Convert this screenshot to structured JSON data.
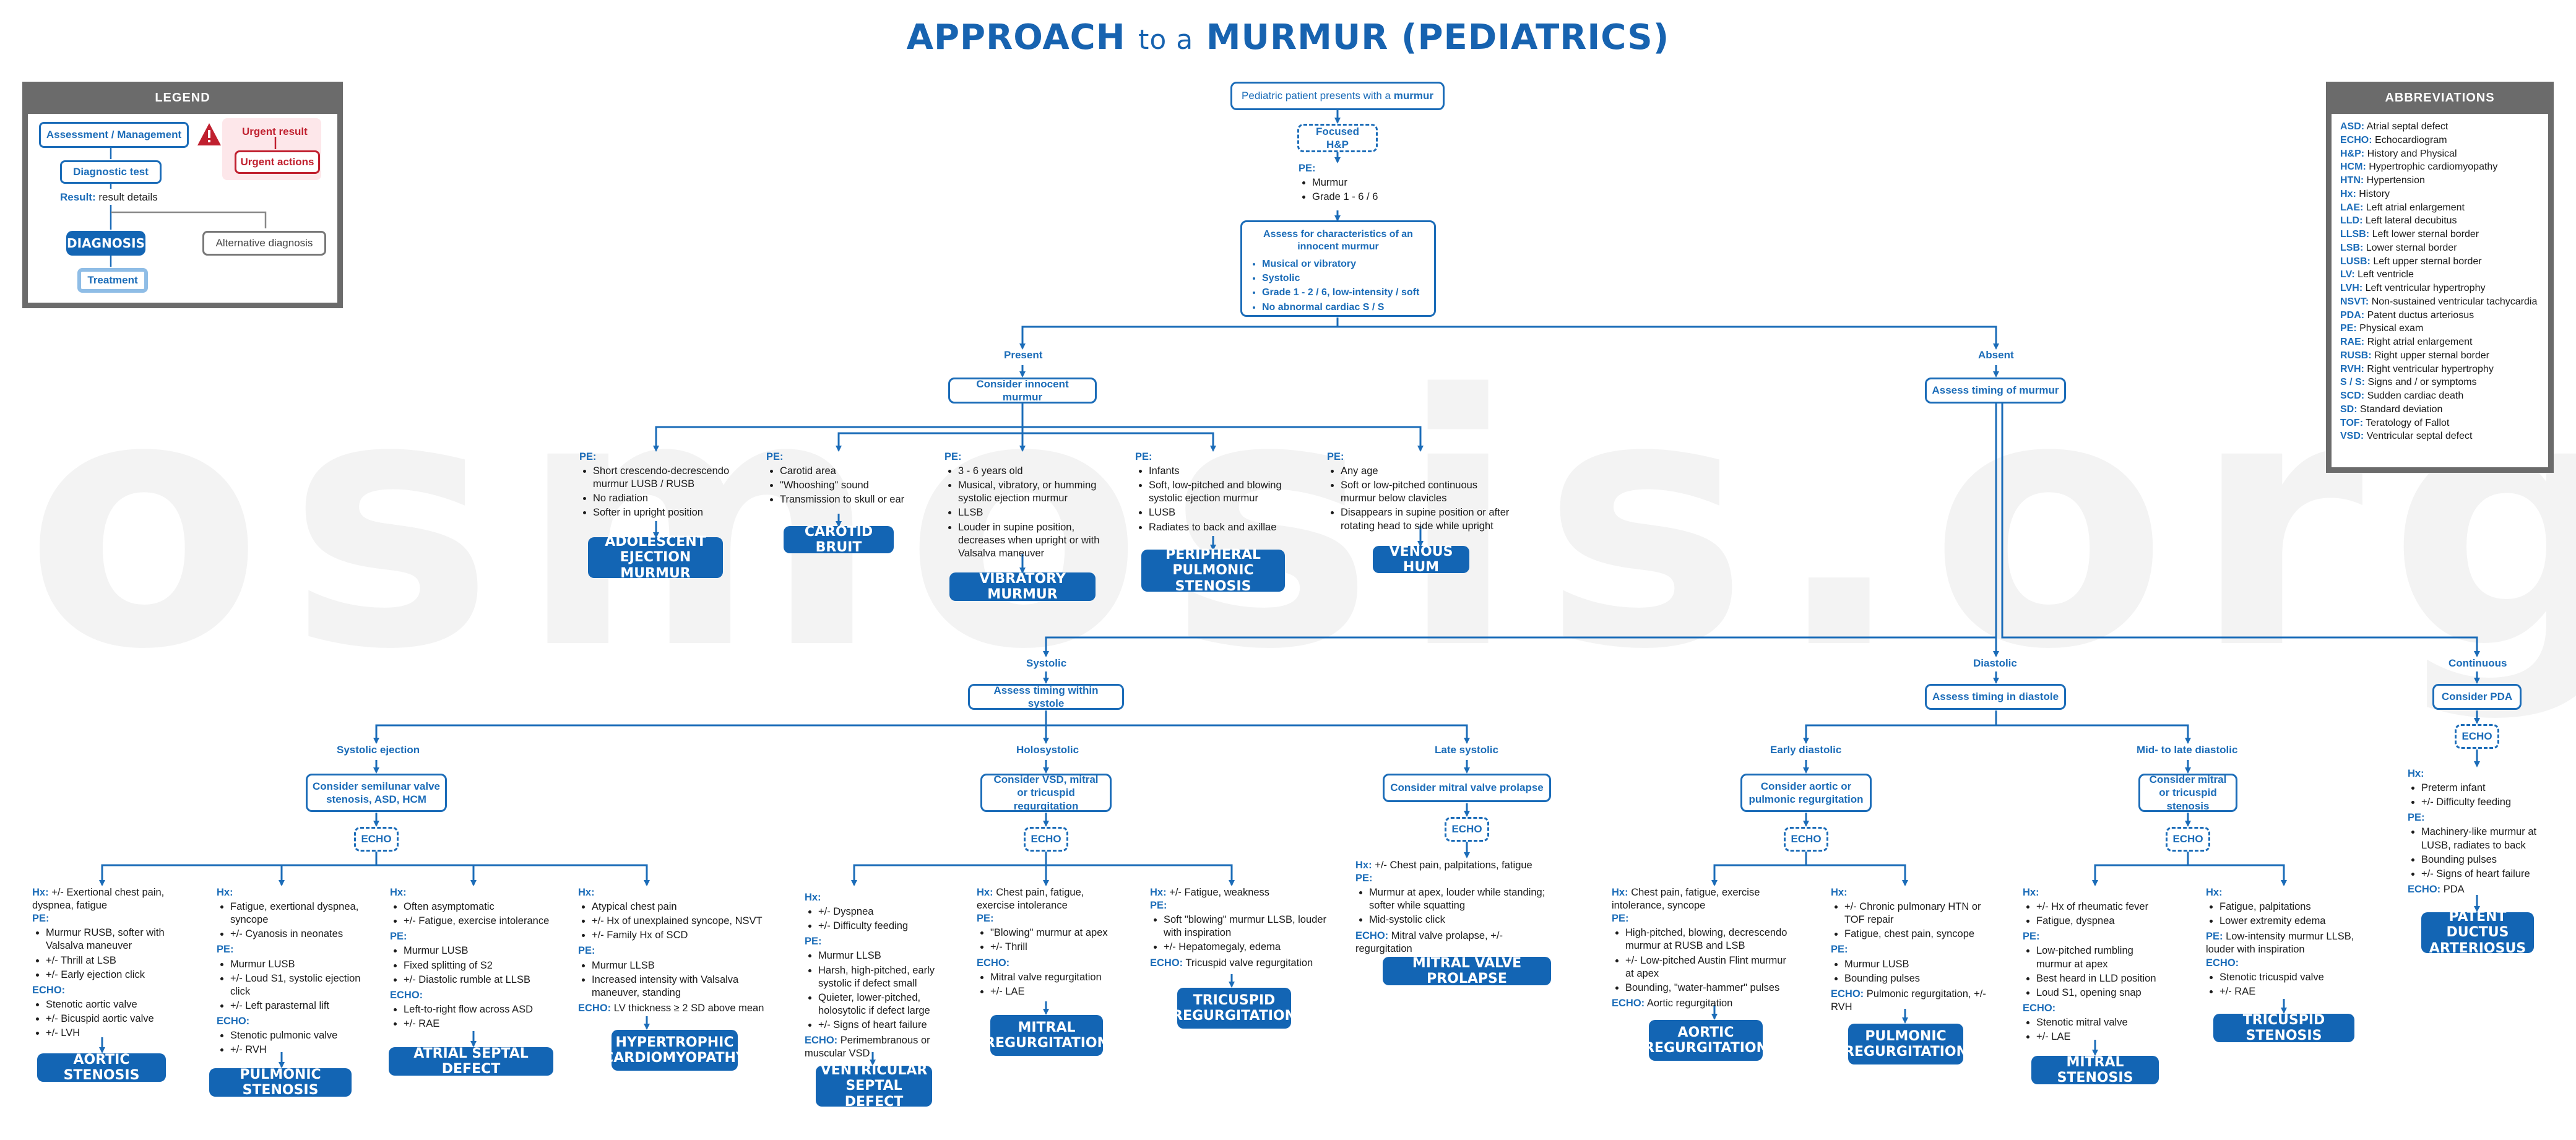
{
  "title": {
    "part1": "APPROACH",
    "part2": "to a",
    "part3": "MURMUR (PEDIATRICS)"
  },
  "watermark": "osmosis.org",
  "legend": {
    "heading": "LEGEND",
    "assessment": "Assessment / Management",
    "urgent_result": "Urgent result",
    "urgent_actions": "Urgent actions",
    "diagnostic_test": "Diagnostic test",
    "result_label": "Result:",
    "result_text": "result details",
    "diagnosis": "DIAGNOSIS",
    "alternative": "Alternative diagnosis",
    "treatment": "Treatment"
  },
  "abbreviations": {
    "heading": "ABBREVIATIONS",
    "items": [
      {
        "k": "ASD:",
        "v": "Atrial septal defect"
      },
      {
        "k": "ECHO:",
        "v": "Echocardiogram"
      },
      {
        "k": "H&P:",
        "v": "History and Physical"
      },
      {
        "k": "HCM:",
        "v": "Hypertrophic cardiomyopathy"
      },
      {
        "k": "HTN:",
        "v": "Hypertension"
      },
      {
        "k": "Hx:",
        "v": "History"
      },
      {
        "k": "LAE:",
        "v": "Left atrial enlargement"
      },
      {
        "k": "LLD:",
        "v": "Left lateral decubitus"
      },
      {
        "k": "LLSB:",
        "v": "Left lower sternal border"
      },
      {
        "k": "LSB:",
        "v": "Lower sternal border"
      },
      {
        "k": "LUSB:",
        "v": "Left upper sternal border"
      },
      {
        "k": "LV:",
        "v": "Left ventricle"
      },
      {
        "k": "LVH:",
        "v": "Left ventricular hypertrophy"
      },
      {
        "k": "NSVT:",
        "v": "Non-sustained ventricular tachycardia"
      },
      {
        "k": "PDA:",
        "v": "Patent ductus arteriosus"
      },
      {
        "k": "PE:",
        "v": "Physical exam"
      },
      {
        "k": "RAE:",
        "v": "Right atrial enlargement"
      },
      {
        "k": "RUSB:",
        "v": "Right upper sternal border"
      },
      {
        "k": "RVH:",
        "v": "Right ventricular hypertrophy"
      },
      {
        "k": "S / S:",
        "v": "Signs and / or symptoms"
      },
      {
        "k": "SCD:",
        "v": "Sudden cardiac death"
      },
      {
        "k": "SD:",
        "v": "Standard deviation"
      },
      {
        "k": "TOF:",
        "v": "Teratology of Fallot"
      },
      {
        "k": "VSD:",
        "v": "Ventricular septal defect"
      }
    ]
  },
  "top": {
    "start_pre": "Pediatric patient presents with a",
    "start_bold": "murmur",
    "focused": "Focused H&P",
    "pe_head": "PE:",
    "pe_items": [
      "Murmur",
      "Grade 1 - 6 / 6"
    ],
    "assess_head": "Assess for characteristics of an innocent murmur",
    "assess_items": [
      "Musical or vibratory",
      "Systolic",
      "Grade 1 - 2 / 6, low-intensity / soft",
      "No abnormal cardiac S / S"
    ],
    "present": "Present",
    "absent": "Absent",
    "consider_innocent": "Consider innocent murmur",
    "assess_timing": "Assess timing of murmur"
  },
  "innocent": [
    {
      "head": "PE:",
      "items": [
        "Short crescendo-decrescendo murmur LUSB / RUSB",
        "No radiation",
        "Softer in upright position"
      ],
      "dx": "ADOLESCENT EJECTION MURMUR"
    },
    {
      "head": "PE:",
      "items": [
        "Carotid area",
        "\"Whooshing\" sound",
        "Transmission to skull or ear"
      ],
      "dx": "CAROTID BRUIT"
    },
    {
      "head": "PE:",
      "items": [
        "3 - 6 years old",
        "Musical, vibratory, or humming systolic ejection murmur",
        "LLSB",
        "Louder in supine position, decreases when upright or with Valsalva maneuver"
      ],
      "dx": "VIBRATORY MURMUR"
    },
    {
      "head": "PE:",
      "items": [
        "Infants",
        "Soft, low-pitched and blowing systolic ejection murmur",
        "LUSB",
        "Radiates to back and axillae"
      ],
      "dx": "PERIPHERAL PULMONIC STENOSIS"
    },
    {
      "head": "PE:",
      "items": [
        "Any age",
        "Soft or low-pitched continuous murmur below clavicles",
        "Disappears in supine position or after rotating head to side while upright"
      ],
      "dx": "VENOUS HUM"
    }
  ],
  "timing": {
    "systolic": "Systolic",
    "diastolic": "Diastolic",
    "continuous": "Continuous",
    "assess_systole": "Assess timing within systole",
    "assess_diastole": "Assess timing in diastole",
    "consider_pda": "Consider PDA",
    "systolic_ejection": "Systolic ejection",
    "holosystolic": "Holosystolic",
    "late_systolic": "Late systolic",
    "early_diastolic": "Early diastolic",
    "mid_late_diastolic": "Mid- to late diastolic",
    "consider_semilunar": "Consider semilunar valve stenosis, ASD, HCM",
    "consider_vsd": "Consider VSD, mitral or tricuspid regurgitation",
    "consider_mvp": "Consider mitral valve prolapse",
    "consider_aortic": "Consider aortic or pulmonic regurgitation",
    "consider_mitral_tricuspid": "Consider mitral or tricuspid stenosis",
    "echo": "ECHO"
  },
  "leaves": [
    {
      "hx": "Hx:",
      "hxt": "+/- Exertional chest pain, dyspnea, fatigue",
      "pe": "PE:",
      "pe_items": [
        "Murmur RUSB, softer with Valsalva maneuver",
        "+/- Thrill at LSB",
        "+/- Early ejection click"
      ],
      "echo": "ECHO:",
      "echo_items": [
        "Stenotic aortic valve",
        "+/- Bicuspid aortic valve",
        "+/- LVH"
      ],
      "dx": "AORTIC STENOSIS"
    },
    {
      "hx": "Hx:",
      "hx_items": [
        "Fatigue, exertional dyspnea, syncope",
        "+/- Cyanosis in neonates"
      ],
      "pe": "PE:",
      "pe_items": [
        "Murmur LUSB",
        "+/- Loud S1, systolic ejection click",
        "+/- Left parasternal lift"
      ],
      "echo": "ECHO:",
      "echo_items": [
        "Stenotic pulmonic valve",
        "+/- RVH"
      ],
      "dx": "PULMONIC STENOSIS"
    },
    {
      "hx": "Hx:",
      "hx_items": [
        "Often asymptomatic",
        "+/- Fatigue, exercise intolerance"
      ],
      "pe": "PE:",
      "pe_items": [
        "Murmur LUSB",
        "Fixed splitting of S2",
        "+/- Diastolic rumble at LLSB"
      ],
      "echo": "ECHO:",
      "echo_items": [
        "Left-to-right flow across ASD",
        "+/- RAE"
      ],
      "dx": "ATRIAL SEPTAL DEFECT"
    },
    {
      "hx": "Hx:",
      "hx_items": [
        "Atypical chest pain",
        "+/- Hx of unexplained syncope, NSVT",
        "+/- Family Hx of SCD"
      ],
      "pe": "PE:",
      "pe_items": [
        "Murmur LLSB",
        "Increased intensity with Valsalva maneuver, standing"
      ],
      "echo": "ECHO:",
      "echot": "LV thickness ≥ 2 SD above mean",
      "dx": "HYPERTROPHIC CARDIOMYOPATHY"
    },
    {
      "hx": "Hx:",
      "hx_items": [
        "+/- Dyspnea",
        "+/- Difficulty feeding"
      ],
      "pe": "PE:",
      "pe_items": [
        "Murmur LLSB",
        "Harsh, high-pitched, early systolic if defect small",
        "Quieter, lower-pitched, holosytolic if defect large",
        "+/- Signs of heart failure"
      ],
      "echo": "ECHO:",
      "echot": "Perimembranous or muscular VSD",
      "dx": "VENTRICULAR SEPTAL DEFECT"
    },
    {
      "hx": "Hx:",
      "hxt": "Chest pain, fatigue, exercise intolerance",
      "pe": "PE:",
      "pe_items": [
        "\"Blowing\" murmur at apex",
        "+/- Thrill"
      ],
      "echo": "ECHO:",
      "echo_items": [
        "Mitral valve regurgitation",
        "+/- LAE"
      ],
      "dx": "MITRAL REGURGITATION"
    },
    {
      "hx": "Hx:",
      "hxt": "+/- Fatigue, weakness",
      "pe": "PE:",
      "pe_items": [
        "Soft \"blowing\" murmur LLSB, louder with inspiration",
        "+/- Hepatomegaly, edema"
      ],
      "echo": "ECHO:",
      "echot": "Tricuspid valve regurgitation",
      "dx": "TRICUSPID REGURGITATION"
    },
    {
      "hx": "Hx:",
      "hxt": "+/- Chest pain, palpitations, fatigue",
      "pe": "PE:",
      "pe_items": [
        "Murmur at apex, louder while standing; softer while squatting",
        "Mid-systolic click"
      ],
      "echo": "ECHO:",
      "echot": "Mitral valve prolapse, +/- regurgitation",
      "dx": "MITRAL VALVE PROLAPSE"
    },
    {
      "hx": "Hx:",
      "hxt": "Chest pain, fatigue, exercise intolerance, syncope",
      "pe": "PE:",
      "pe_items": [
        "High-pitched, blowing, decrescendo murmur at RUSB and LSB",
        "+/- Low-pitched Austin Flint murmur at apex",
        "Bounding, \"water-hammer\" pulses"
      ],
      "echo": "ECHO:",
      "echot": "Aortic regurgitation",
      "dx": "AORTIC REGURGITATION"
    },
    {
      "hx": "Hx:",
      "hx_items": [
        "+/- Chronic pulmonary HTN or TOF repair",
        "Fatigue, chest pain, syncope"
      ],
      "pe": "PE:",
      "pe_items": [
        "Murmur LUSB",
        "Bounding pulses"
      ],
      "echo": "ECHO:",
      "echot": "Pulmonic regurgitation, +/- RVH",
      "dx": "PULMONIC REGURGITATION"
    },
    {
      "hx": "Hx:",
      "hx_items": [
        "+/- Hx of rheumatic fever",
        "Fatigue, dyspnea"
      ],
      "pe": "PE:",
      "pe_items": [
        "Low-pitched rumbling murmur at apex",
        "Best heard in LLD position",
        "Loud S1, opening snap"
      ],
      "echo": "ECHO:",
      "echo_items": [
        "Stenotic mitral valve",
        "+/- LAE"
      ],
      "dx": "MITRAL STENOSIS"
    },
    {
      "hx": "Hx:",
      "hx_items": [
        "Fatigue, palpitations",
        "Lower extremity edema"
      ],
      "pe": "PE:",
      "pet": "Low-intensity murmur LLSB, louder with inspiration",
      "echo": "ECHO:",
      "echo_items": [
        "Stenotic tricuspid valve",
        "+/- RAE"
      ],
      "dx": "TRICUSPID STENOSIS"
    },
    {
      "hx": "Hx:",
      "hx_items": [
        "Preterm infant",
        "+/- Difficulty feeding"
      ],
      "pe": "PE:",
      "pe_items": [
        "Machinery-like murmur at LUSB, radiates to back",
        "Bounding pulses",
        "+/- Signs of heart failure"
      ],
      "echo": "ECHO:",
      "echot": "PDA",
      "dx": "PATENT DUCTUS ARTERIOSUS"
    }
  ]
}
